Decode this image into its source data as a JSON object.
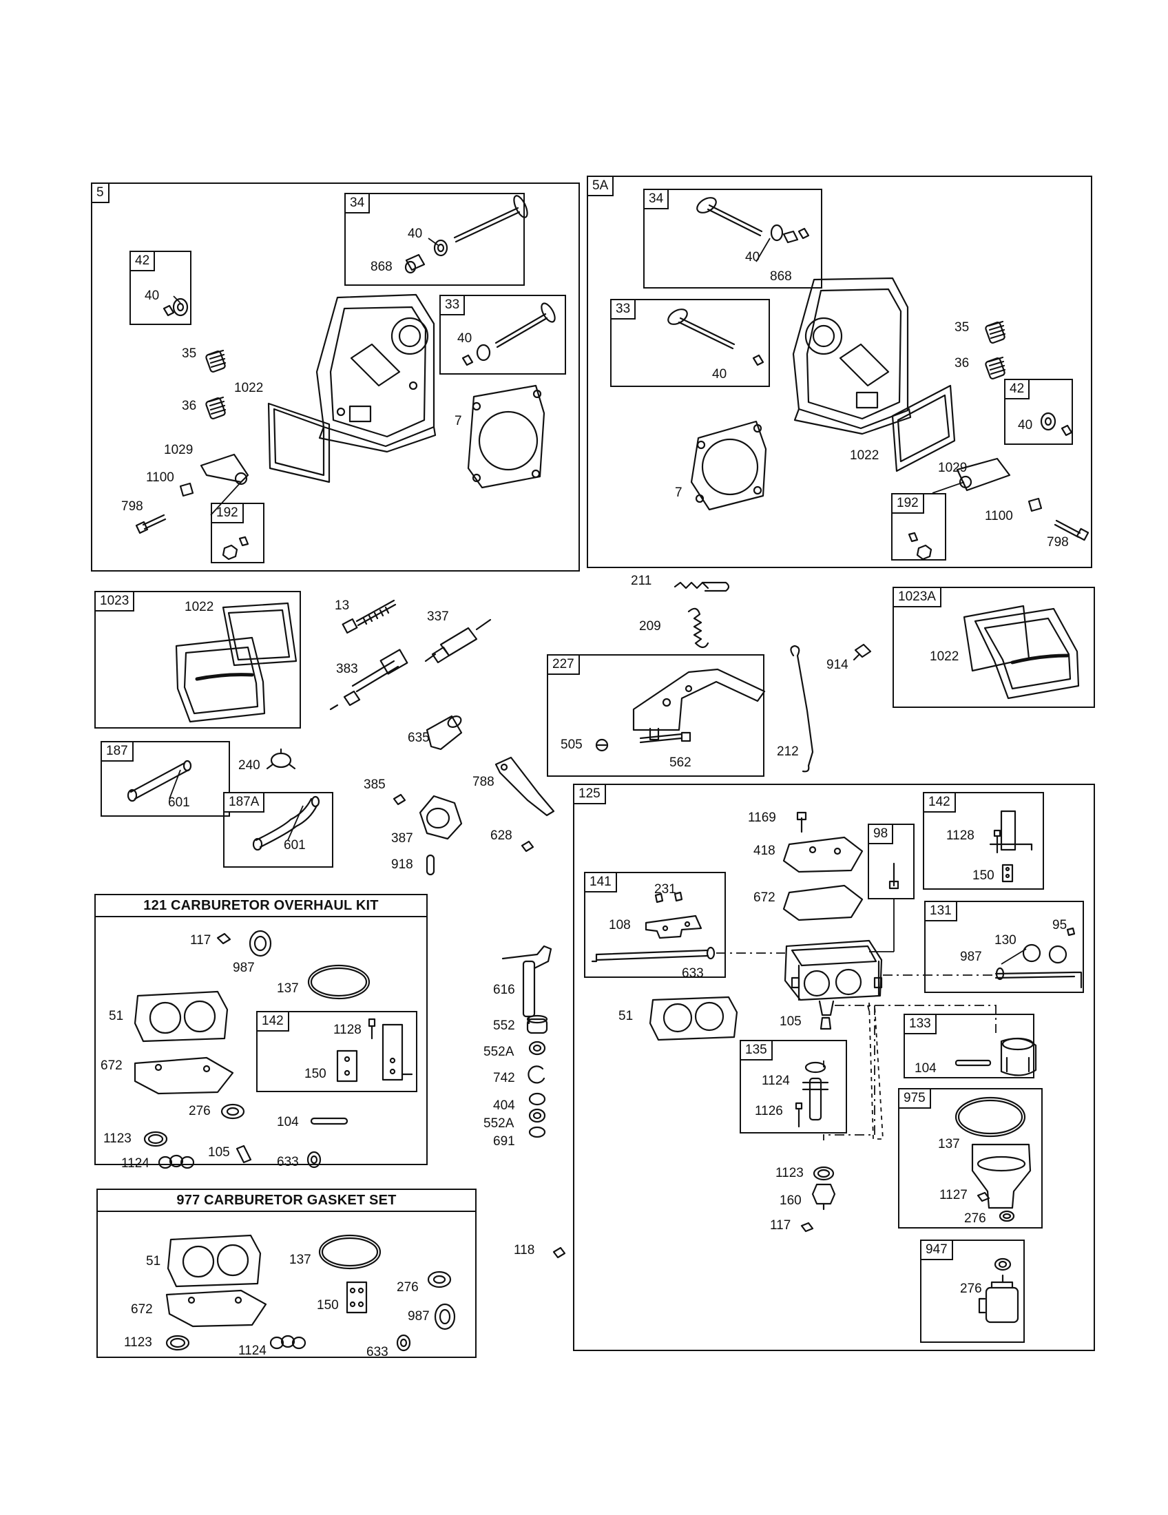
{
  "boxes": {
    "b5": "5",
    "b5_34": "34",
    "b5_42": "42",
    "b5_33": "33",
    "b5_192": "192",
    "b5A": "5A",
    "b5A_34": "34",
    "b5A_33": "33",
    "b5A_42": "42",
    "b5A_192": "192",
    "b1023": "1023",
    "b1023A": "1023A",
    "b187": "187",
    "b187A": "187A",
    "b227": "227",
    "b121_142": "142",
    "b125": "125",
    "b142": "142",
    "b98": "98",
    "b141": "141",
    "b131": "131",
    "b133": "133",
    "b135": "135",
    "b975": "975",
    "b947": "947"
  },
  "kits": {
    "carburetor_overhaul": "121 CARBURETOR OVERHAUL KIT",
    "carburetor_gasket_set": "977 CARBURETOR GASKET SET"
  },
  "labels": {
    "l5_40a": "40",
    "l5_868": "868",
    "l5_40b": "40",
    "l5_40c": "40",
    "l5_35": "35",
    "l5_36": "36",
    "l5_1022": "1022",
    "l5_7": "7",
    "l5_1029": "1029",
    "l5_1100": "1100",
    "l5_798": "798",
    "l5A_40a": "40",
    "l5A_868": "868",
    "l5A_40b": "40",
    "l5A_35": "35",
    "l5A_36": "36",
    "l5A_40c": "40",
    "l5A_1022": "1022",
    "l5A_7": "7",
    "l5A_1029": "1029",
    "l5A_1100": "1100",
    "l5A_798": "798",
    "l1023_1022": "1022",
    "l13": "13",
    "l337": "337",
    "l383": "383",
    "l211": "211",
    "l209": "209",
    "l914": "914",
    "l1023A_1022": "1022",
    "l505": "505",
    "l562": "562",
    "l212": "212",
    "l187_601": "601",
    "l240": "240",
    "l635": "635",
    "l385": "385",
    "l788": "788",
    "l387": "387",
    "l187A_601": "601",
    "l628": "628",
    "l918": "918",
    "k_117": "117",
    "k_987": "987",
    "k_137": "137",
    "k_51": "51",
    "k_672": "672",
    "k_1128": "1128",
    "k_150": "150",
    "k_276": "276",
    "k_104": "104",
    "k_1123": "1123",
    "k_1124": "1124",
    "k_105": "105",
    "k_633": "633",
    "g_51": "51",
    "g_137": "137",
    "g_276": "276",
    "g_672": "672",
    "g_150": "150",
    "g_987": "987",
    "g_1123": "1123",
    "g_1124": "1124",
    "g_633": "633",
    "m_616": "616",
    "m_552": "552",
    "m_552A_a": "552A",
    "m_742": "742",
    "m_404": "404",
    "m_552A_b": "552A",
    "m_691": "691",
    "m_118": "118",
    "c_1169": "1169",
    "c_418": "418",
    "c_672": "672",
    "c_1128": "1128",
    "c_150": "150",
    "c_231": "231",
    "c_108": "108",
    "c_633": "633",
    "c_130": "130",
    "c_95": "95",
    "c_987": "987",
    "c_51": "51",
    "c_105": "105",
    "c_104": "104",
    "c_1124": "1124",
    "c_1126": "1126",
    "c_137": "137",
    "c_1123": "1123",
    "c_160": "160",
    "c_117": "117",
    "c_1127": "1127",
    "c_276a": "276",
    "c_276b": "276"
  }
}
